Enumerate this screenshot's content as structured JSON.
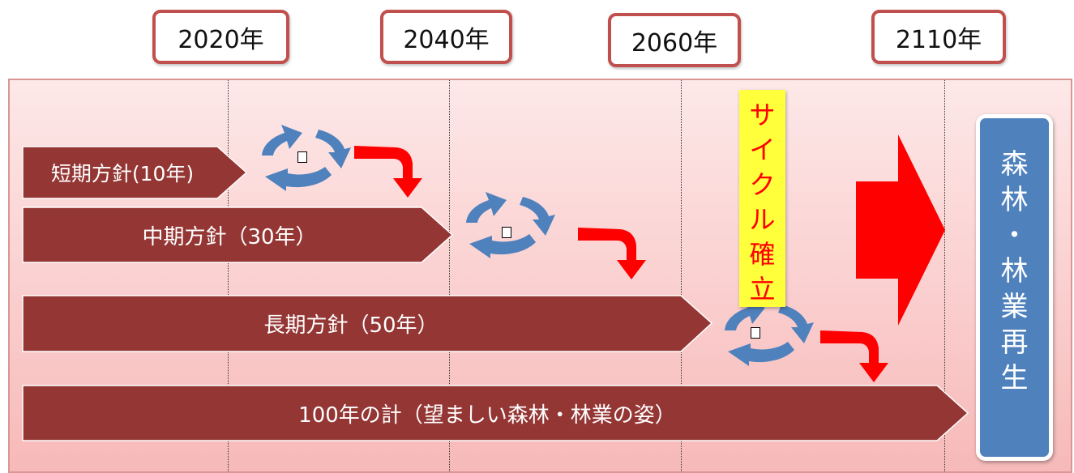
{
  "years": [
    "2020年",
    "2040年",
    "2060年",
    "2110年"
  ],
  "bars": {
    "short": "短期方針(10年)",
    "mid": "中期方針（30年）",
    "long": "長期方針（50年）",
    "century": "100年の計（望ましい森林・林業の姿）"
  },
  "cycle_label": [
    "サ",
    "イ",
    "ク",
    "ル",
    "確",
    "立"
  ],
  "goal_label": [
    "森",
    "林",
    "・",
    "林",
    "業",
    "再",
    "生"
  ],
  "colors": {
    "bar": "#943634",
    "cycle_arrow": "#4f81bd",
    "turn_arrow": "#ff0000",
    "year_border": "#c0504d",
    "highlight": "#ffff3c",
    "goal": "#4f81bd"
  }
}
